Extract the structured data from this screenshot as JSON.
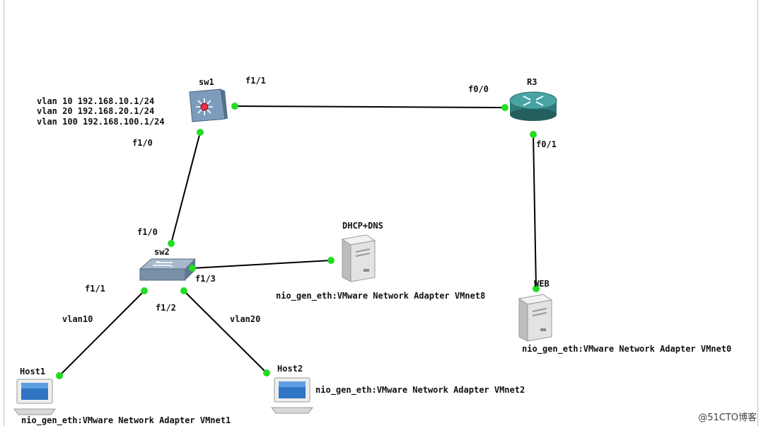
{
  "nodes": {
    "sw1": "sw1",
    "r3": "R3",
    "sw2": "sw2",
    "dhcp": "DHCP+DNS",
    "web": "WEB",
    "host1": "Host1",
    "host2": "Host2"
  },
  "ports": {
    "sw1_f1_1": "f1/1",
    "sw1_f1_0": "f1/0",
    "r3_f0_0": "f0/0",
    "r3_f0_1": "f0/1",
    "sw2_f1_0": "f1/0",
    "sw2_f1_1": "f1/1",
    "sw2_f1_2": "f1/2",
    "sw2_f1_3": "f1/3"
  },
  "vlan_notes": [
    "vlan 10 192.168.10.1/24",
    "vlan 20 192.168.20.1/24",
    "vlan 100 192.168.100.1/24"
  ],
  "link_labels": {
    "vlan10": "vlan10",
    "vlan20": "vlan20"
  },
  "nio": {
    "dhcp": "nio_gen_eth:VMware Network Adapter VMnet8",
    "web": "nio_gen_eth:VMware Network Adapter VMnet0",
    "host1": "nio_gen_eth:VMware Network Adapter VMnet1",
    "host2": "nio_gen_eth:VMware Network Adapter VMnet2"
  },
  "watermark": "@51CTO博客",
  "colors": {
    "link": "#000000",
    "port_dot": "#22dd22",
    "router": "#3f8f8f",
    "switch_l3": "#6e8fb0",
    "switch_l2": "#8aa0b8",
    "server": "#d9d9d9"
  }
}
